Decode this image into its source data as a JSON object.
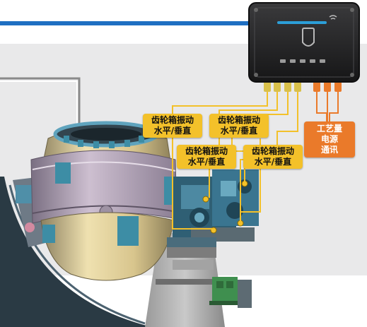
{
  "labels": {
    "gearbox_label_line1": "齿轮箱振动",
    "gearbox_label_line2": "水平/垂直"
  },
  "process_label": {
    "line1": "工艺量",
    "line2": "电源",
    "line3": "通讯"
  },
  "colors": {
    "accent_blue": "#1f6fc2",
    "label_yellow": "#f3c12a",
    "label_orange": "#ea7a2a",
    "converter_cream": "#e4d39b",
    "converter_band": "#b3a3b6",
    "steel_teal": "#3d8da5",
    "panel_gray": "#e9e9ea"
  },
  "icons": [
    "monitoring-device-icon",
    "shield-icon",
    "wifi-icon",
    "connector-icon"
  ]
}
